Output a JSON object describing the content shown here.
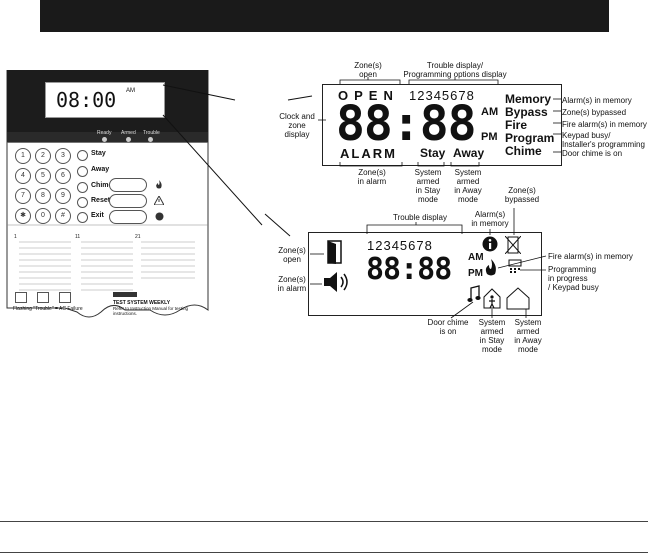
{
  "keypad": {
    "lcd_time": "08:00",
    "lcd_ampm": "AM",
    "leds": [
      "Ready",
      "Armed",
      "Trouble"
    ],
    "keys": [
      "1",
      "2",
      "3",
      "4",
      "5",
      "6",
      "7",
      "8",
      "9",
      "✱",
      "0",
      "#"
    ],
    "functions": [
      "Stay",
      "Away",
      "Chime",
      "Reset",
      "Exit"
    ],
    "zone_numbers": [
      "1",
      "11",
      "21"
    ],
    "footer_text": "Flashing \"Trouble\" = AC Failure",
    "test_note": "TEST SYSTEM WEEKLY",
    "test_note_sub": "Refer to Instruction Manual for testing instructions."
  },
  "display_top": {
    "open_word": "OPEN",
    "zone_digits": "12345678",
    "big_time": "88:88",
    "am": "AM",
    "pm": "PM",
    "alarm_word": "ALARM",
    "stay_word": "Stay",
    "away_word": "Away",
    "status_words": [
      "Memory",
      "Bypass",
      "Fire",
      "Program",
      "Chime"
    ],
    "labels": {
      "zones_open": "Zone(s)\nopen",
      "trouble": "Trouble display/\nProgramming options display",
      "clock": "Clock and\nzone\ndisplay",
      "zones_alarm": "Zone(s)\nin alarm",
      "stay_mode": "System\narmed\nin Stay\nmode",
      "away_mode": "System\narmed\nin Away\nmode"
    },
    "right_labels": [
      "Alarm(s) in memory",
      "Zone(s) bypassed",
      "Fire alarm(s) in memory",
      "Keypad busy/\nInstaller's programming",
      "Door chime is on"
    ]
  },
  "display_bottom": {
    "zone_digits": "12345678",
    "big_time": "88:88",
    "am": "AM",
    "pm": "PM",
    "labels": {
      "trouble": "Trouble display",
      "alarm_memory": "Alarm(s)\nin memory",
      "bypassed": "Zone(s)\nbypassed",
      "zones_open": "Zone(s)\nopen",
      "zones_alarm": "Zone(s)\nin alarm",
      "fire": "Fire alarm(s) in memory",
      "programming": "Programming\nin progress\n/ Keypad busy",
      "chime": "Door chime\nis on",
      "stay_mode": "System\narmed\nin Stay\nmode",
      "away_mode": "System\narmed\nin Away\nmode"
    }
  }
}
